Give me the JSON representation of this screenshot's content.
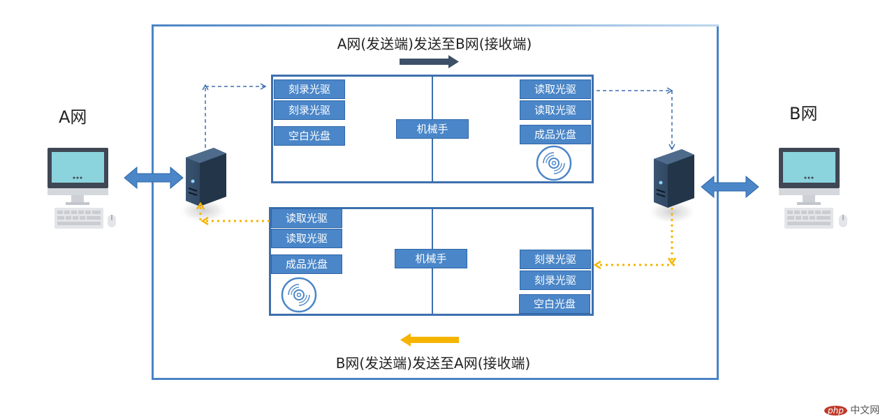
{
  "titles": {
    "top": "A网(发送端)发送至B网(接收端)",
    "bottom": "B网(发送端)发送至A网(接收端)"
  },
  "network_a": {
    "label": "A网"
  },
  "network_b": {
    "label": "B网"
  },
  "top_panel": {
    "left_boxes": [
      "刻录光驱",
      "刻录光驱",
      "空白光盘"
    ],
    "center_box": "机械手",
    "right_boxes": [
      "读取光驱",
      "读取光驱",
      "成品光盘"
    ]
  },
  "bottom_panel": {
    "left_boxes": [
      "读取光驱",
      "读取光驱",
      "成品光盘"
    ],
    "center_box": "机械手",
    "right_boxes": [
      "刻录光驱",
      "刻录光驱",
      "空白光盘"
    ]
  },
  "colors": {
    "frame": "#4a84c4",
    "box": "#4a86c8",
    "top_arrow": "#3c5068",
    "bottom_arrow": "#f5b400",
    "link_arrow": "#4a86c8",
    "dotted_blue": "#3d6fae",
    "dotted_orange": "#f5b400"
  },
  "icons": {
    "computer": "desktop-computer-icon",
    "server": "server-tower-icon",
    "disc": "optical-disc-icon"
  },
  "watermark": {
    "logo": "php",
    "text": "中文网"
  }
}
